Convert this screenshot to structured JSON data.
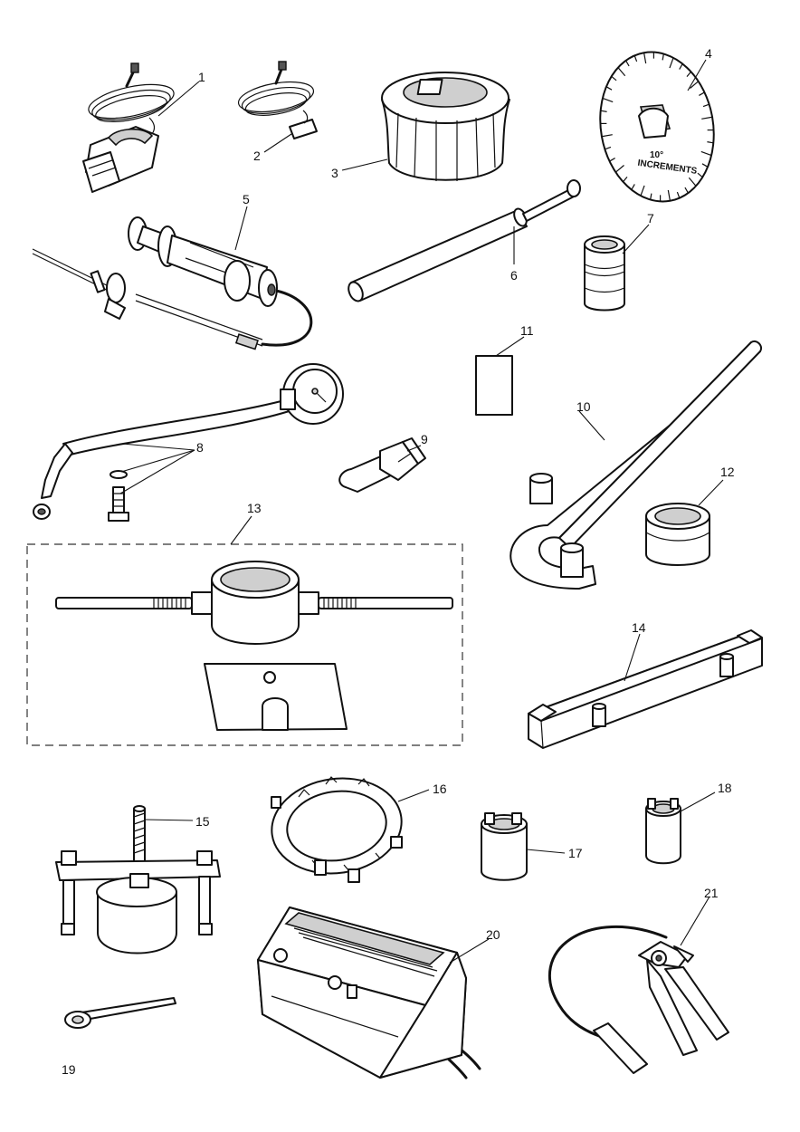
{
  "diagram": {
    "style": "exploded parts illustration, black line art on white",
    "background": "#ffffff",
    "line_color": "#111111",
    "callouts": [
      "1",
      "2",
      "3",
      "4",
      "5",
      "6",
      "7",
      "8",
      "9",
      "10",
      "11",
      "12",
      "13",
      "14",
      "15",
      "16",
      "17",
      "18",
      "19",
      "20",
      "21"
    ],
    "embossed_text": {
      "line1": "10°",
      "line2": "INCREMENTS"
    }
  }
}
